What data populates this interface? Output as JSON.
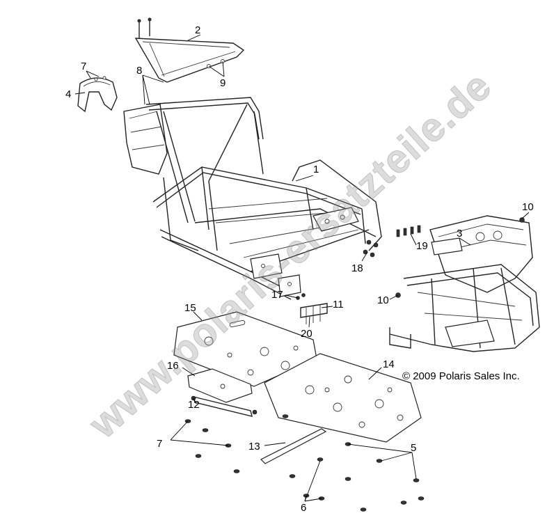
{
  "diagram": {
    "callouts": [
      {
        "id": "c1",
        "label": "1"
      },
      {
        "id": "c2",
        "label": "2"
      },
      {
        "id": "c3",
        "label": "3"
      },
      {
        "id": "c4",
        "label": "4"
      },
      {
        "id": "c5",
        "label": "5"
      },
      {
        "id": "c6",
        "label": "6"
      },
      {
        "id": "c7a",
        "label": "7"
      },
      {
        "id": "c7b",
        "label": "7"
      },
      {
        "id": "c8",
        "label": "8"
      },
      {
        "id": "c9",
        "label": "9"
      },
      {
        "id": "c10a",
        "label": "10"
      },
      {
        "id": "c10b",
        "label": "10"
      },
      {
        "id": "c11",
        "label": "11"
      },
      {
        "id": "c12",
        "label": "12"
      },
      {
        "id": "c13",
        "label": "13"
      },
      {
        "id": "c14",
        "label": "14"
      },
      {
        "id": "c15",
        "label": "15"
      },
      {
        "id": "c16",
        "label": "16"
      },
      {
        "id": "c17",
        "label": "17"
      },
      {
        "id": "c18",
        "label": "18"
      },
      {
        "id": "c19",
        "label": "19"
      },
      {
        "id": "c20",
        "label": "20"
      }
    ],
    "copyright": "© 2009 Polaris Sales Inc.",
    "watermark": "www.polaris-ersatzteile.de"
  }
}
